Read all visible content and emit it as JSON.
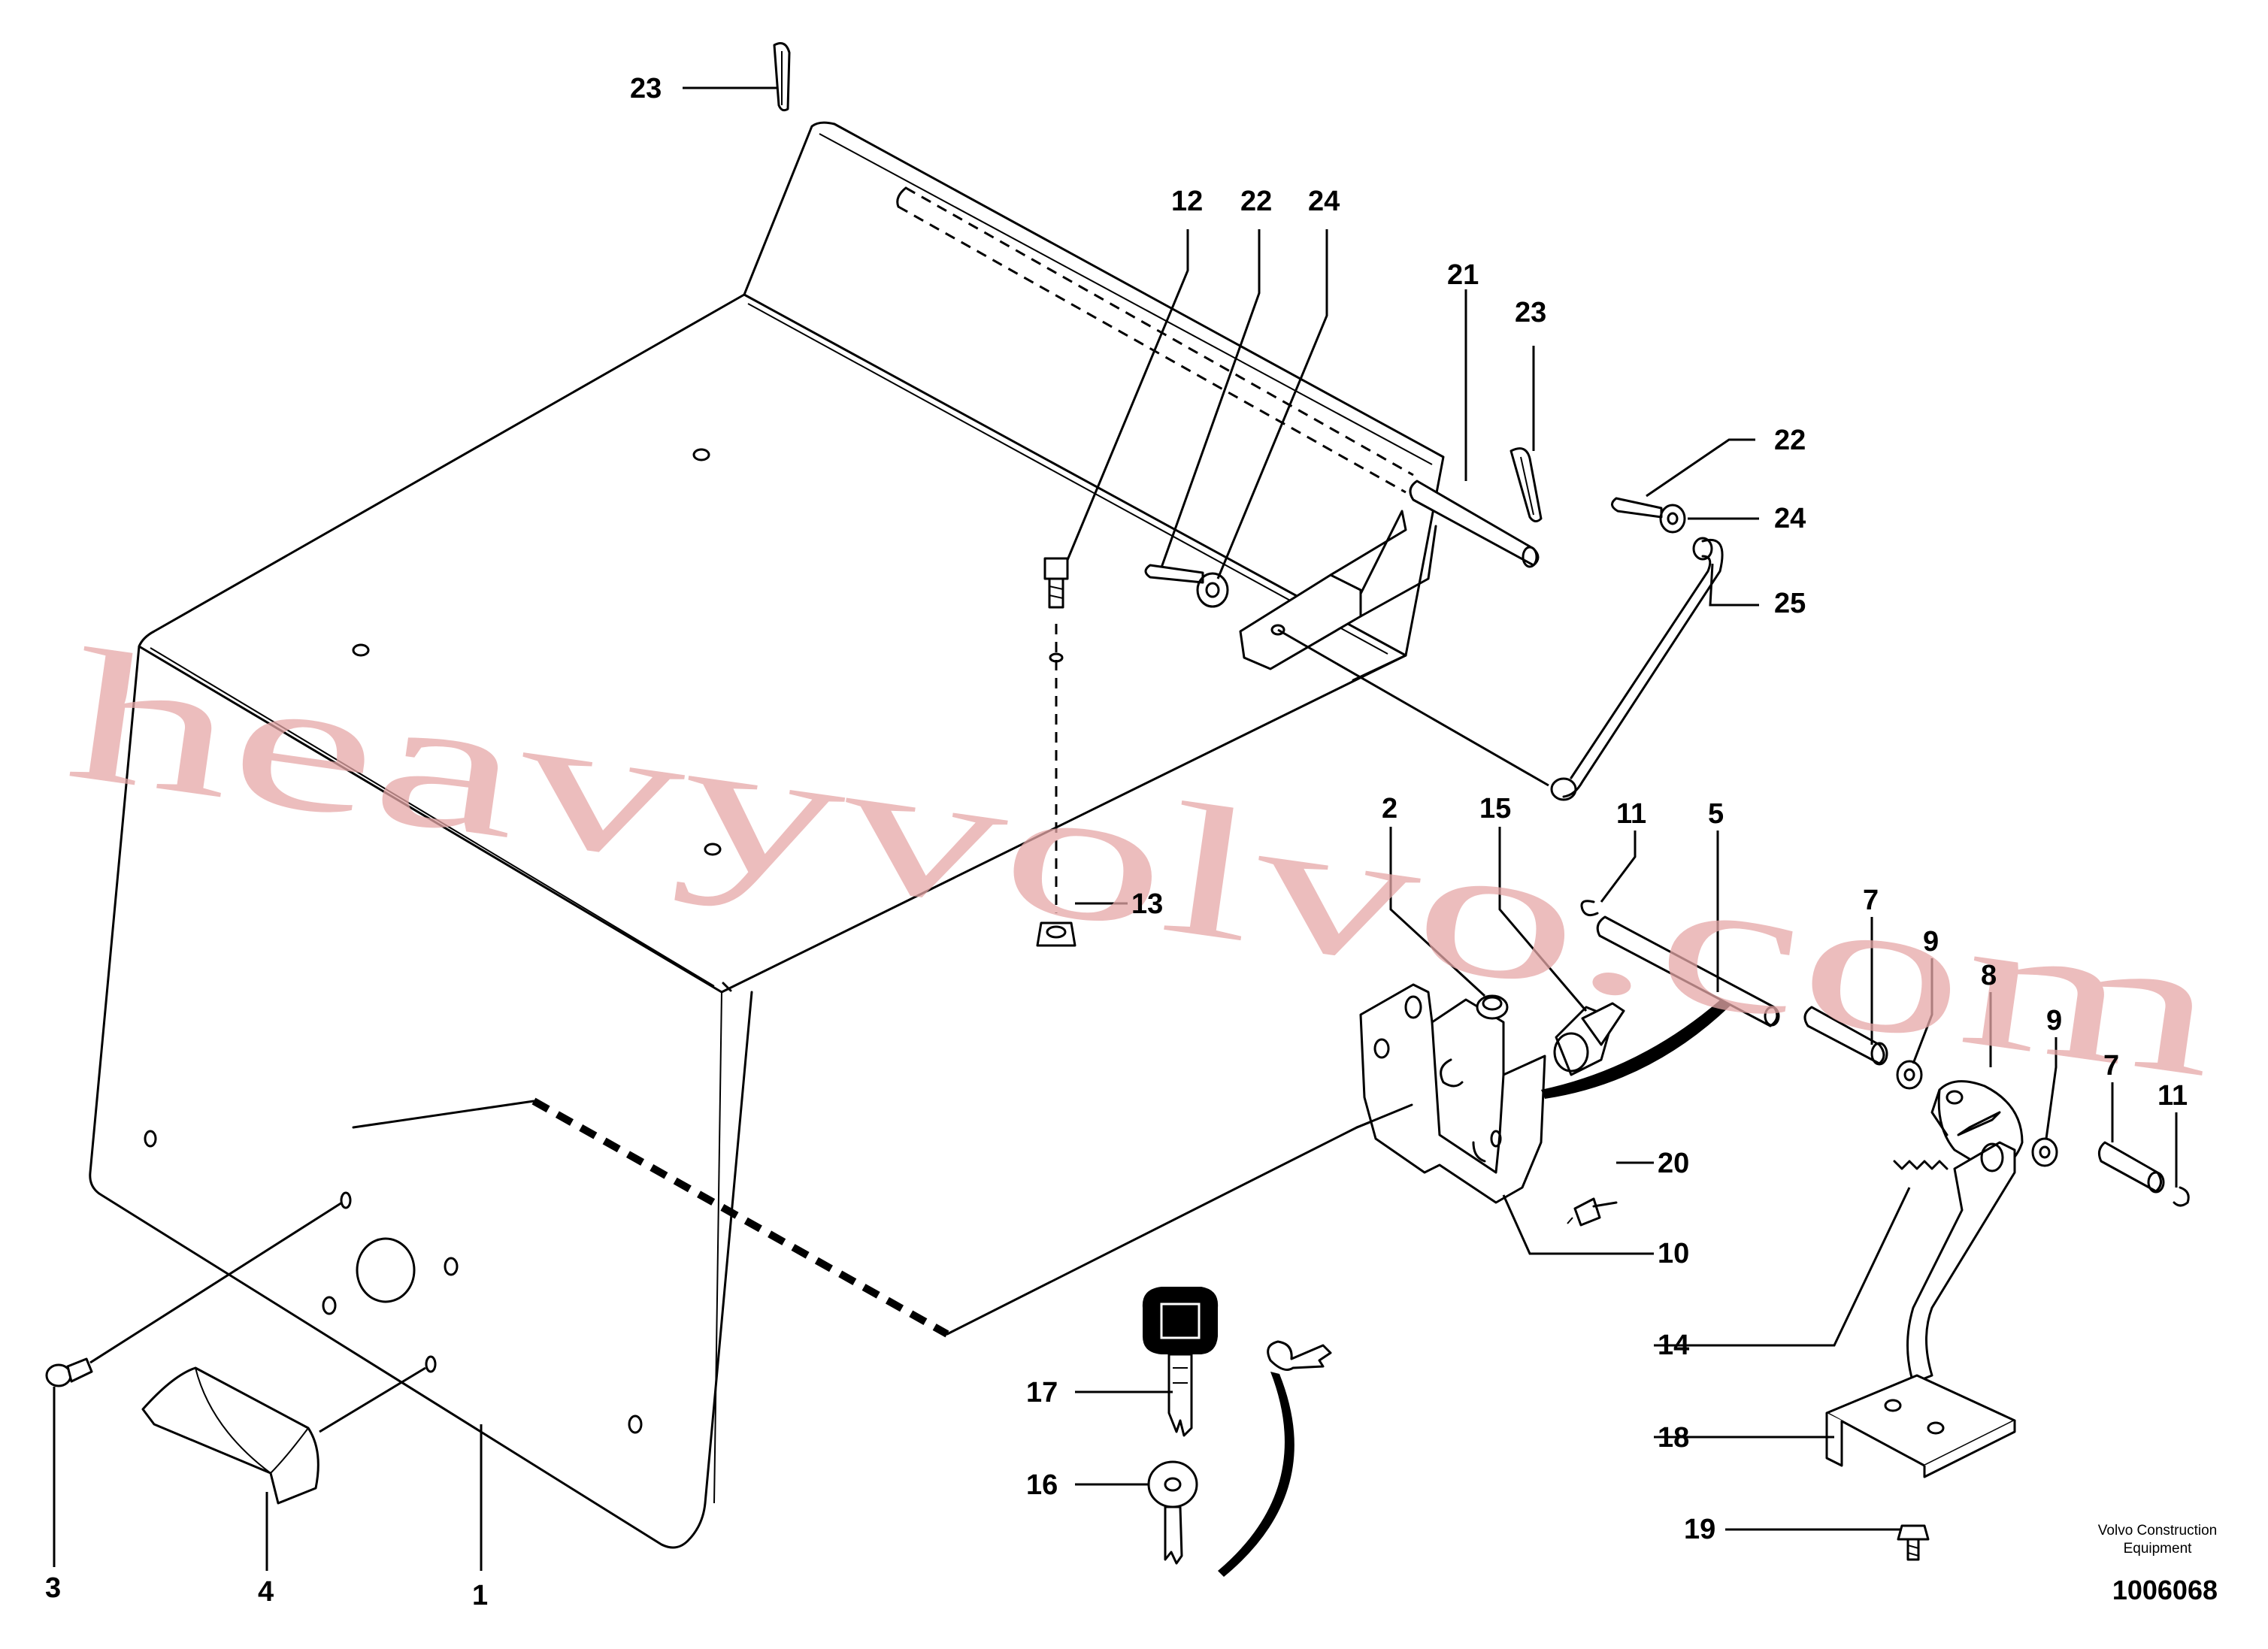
{
  "watermark": "heavyvolvo.com",
  "brand_line1": "Volvo Construction",
  "brand_line2": "Equipment",
  "document_number": "1006068",
  "callouts": {
    "c23_top": "23",
    "c12": "12",
    "c22_a": "22",
    "c24_a": "24",
    "c21": "21",
    "c23_b": "23",
    "c22_b": "22",
    "c24_b": "24",
    "c25": "25",
    "c13": "13",
    "c2": "2",
    "c15": "15",
    "c11_a": "11",
    "c5": "5",
    "c7_a": "7",
    "c9_a": "9",
    "c8": "8",
    "c9_b": "9",
    "c7_b": "7",
    "c11_b": "11",
    "c20": "20",
    "c10": "10",
    "c14": "14",
    "c18": "18",
    "c17": "17",
    "c16": "16",
    "c19": "19",
    "c3": "3",
    "c4": "4",
    "c1": "1"
  }
}
